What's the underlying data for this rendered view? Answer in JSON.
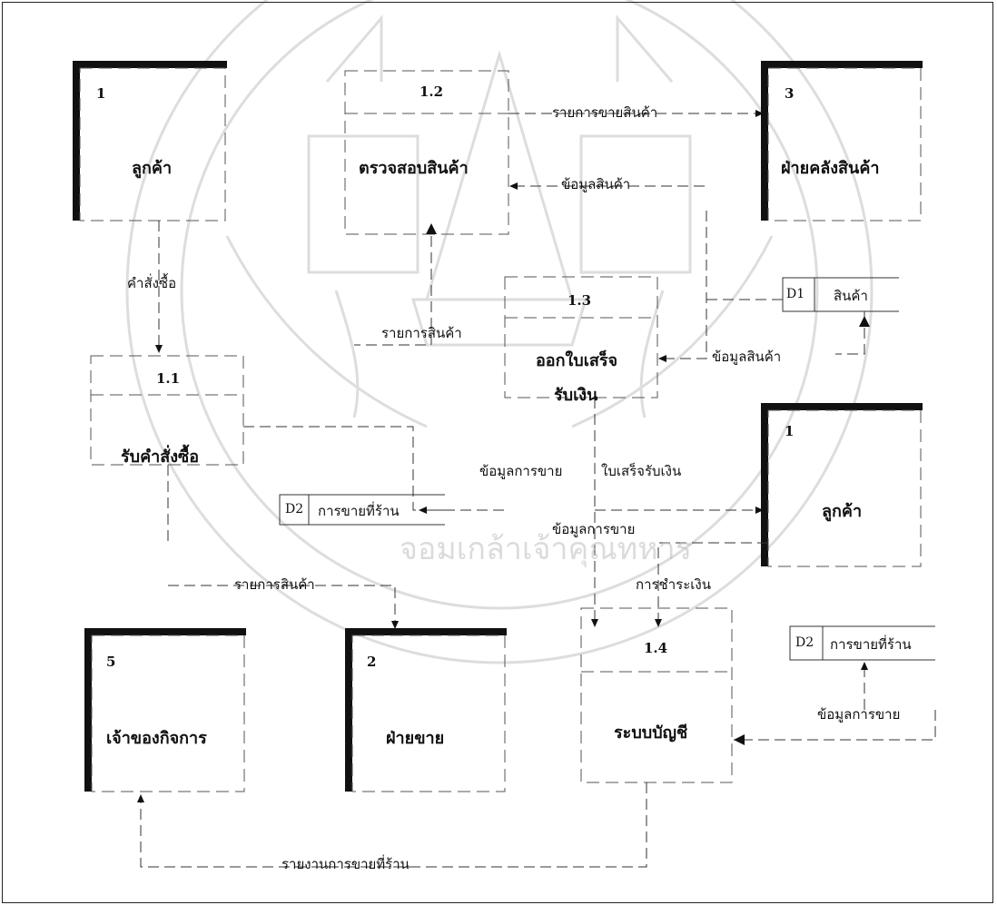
{
  "watermark": {
    "text": "จอมเกล้าเจ้าคุณทหาร"
  },
  "entities": {
    "customer_top": {
      "number": "1",
      "name": "ลูกค้า"
    },
    "warehouse": {
      "number": "3",
      "name": "ฝ่ายคลังสินค้า"
    },
    "customer_right": {
      "number": "1",
      "name": "ลูกค้า"
    },
    "owner": {
      "number": "5",
      "name": "เจ้าของกิจการ"
    },
    "sales_dept": {
      "number": "2",
      "name": "ฝ่ายขาย"
    }
  },
  "processes": {
    "p1_1": {
      "number": "1.1",
      "name": "รับคำสั่งซื้อ"
    },
    "p1_2": {
      "number": "1.2",
      "name": "ตรวจสอบสินค้า"
    },
    "p1_3": {
      "number": "1.3",
      "name_line1": "ออกใบเสร็จ",
      "name_line2": "รับเงิน"
    },
    "p1_4": {
      "number": "1.4",
      "name": "ระบบบัญชี"
    }
  },
  "stores": {
    "d1": {
      "id": "D1",
      "name": "สินค้า"
    },
    "d2_center": {
      "id": "D2",
      "name": "การขายที่ร้าน"
    },
    "d2_right": {
      "id": "D2",
      "name": "การขายที่ร้าน"
    }
  },
  "flows": {
    "order": "คำสั่งซื้อ",
    "sales_list": "รายการขายสินค้า",
    "product_info_top": "ข้อมูลสินค้า",
    "product_list_mid": "รายการสินค้า",
    "product_info_d1": "ข้อมูลสินค้า",
    "sales_info_left": "ข้อมูลการขาย",
    "receipt": "ใบเสร็จรับเงิน",
    "sales_info_center": "ข้อมูลการขาย",
    "product_list_bottom": "รายการสินค้า",
    "payment": "การชำระเงิน",
    "sales_info_right": "ข้อมูลการขาย",
    "sales_report": "รายงานการขายที่ร้าน"
  }
}
